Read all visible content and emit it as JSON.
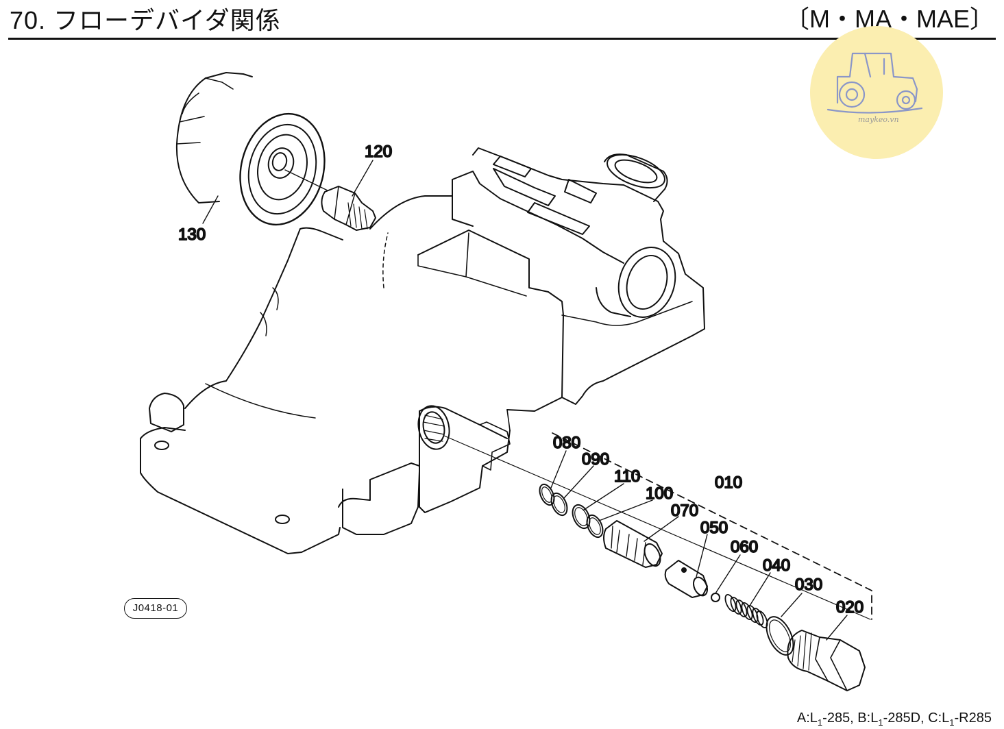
{
  "header": {
    "title": "70. フローデバイダ関係",
    "models": "〔M・MA・MAE〕"
  },
  "diagram_ref": "J0418-01",
  "watermark": {
    "text": "maykeo.vn",
    "icon": "tractor-icon",
    "color": "#fbeeb0"
  },
  "callouts": {
    "p010": "010",
    "p020": "020",
    "p030": "030",
    "p040": "040",
    "p050": "050",
    "p060": "060",
    "p070": "070",
    "p080": "080",
    "p090": "090",
    "p100": "100",
    "p110": "110",
    "p120": "120",
    "p130": "130"
  },
  "footer": {
    "a_prefix": "A:L",
    "a_sub": "1",
    "a_suffix": "-285,",
    "b_prefix": " B:L",
    "b_sub": "1",
    "b_suffix": "-285D,",
    "c_prefix": " C:L",
    "c_sub": "1",
    "c_suffix": "-R285"
  }
}
